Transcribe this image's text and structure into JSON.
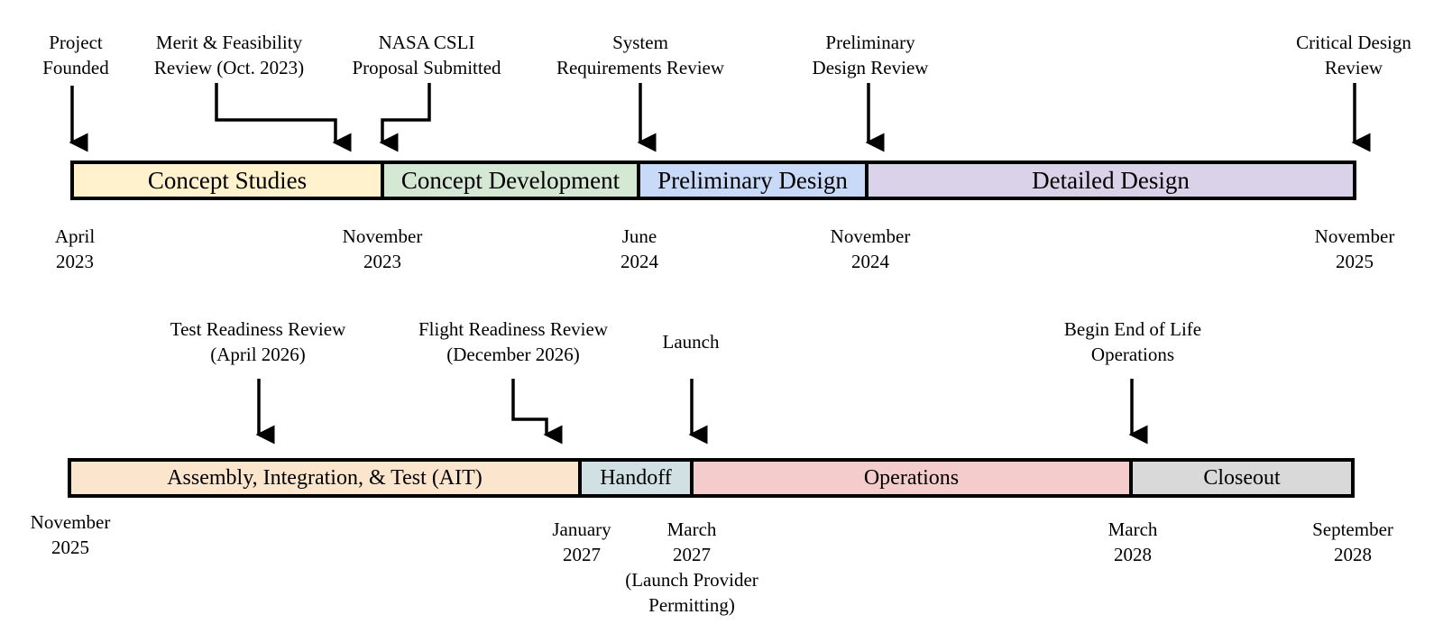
{
  "row1": {
    "phases": [
      {
        "label": "Concept Studies",
        "color": "#fff2cc"
      },
      {
        "label": "Concept Development",
        "color": "#d5e8d4"
      },
      {
        "label": "Preliminary Design",
        "color": "#c9daf8"
      },
      {
        "label": "Detailed Design",
        "color": "#d9d2e9"
      }
    ],
    "milestones": [
      {
        "lines": [
          "Project",
          "Founded"
        ]
      },
      {
        "lines": [
          "Merit & Feasibility",
          "Review (Oct. 2023)"
        ]
      },
      {
        "lines": [
          "NASA CSLI",
          "Proposal Submitted"
        ]
      },
      {
        "lines": [
          "System",
          "Requirements Review"
        ]
      },
      {
        "lines": [
          "Preliminary",
          "Design Review"
        ]
      },
      {
        "lines": [
          "Critical Design",
          "Review"
        ]
      }
    ],
    "dates": [
      {
        "lines": [
          "April",
          "2023"
        ]
      },
      {
        "lines": [
          "November",
          "2023"
        ]
      },
      {
        "lines": [
          "June",
          "2024"
        ]
      },
      {
        "lines": [
          "November",
          "2024"
        ]
      },
      {
        "lines": [
          "November",
          "2025"
        ]
      }
    ]
  },
  "row2": {
    "phases": [
      {
        "label": "Assembly, Integration, & Test (AIT)",
        "color": "#fce5cd"
      },
      {
        "label": "Handoff",
        "color": "#d0e0e3"
      },
      {
        "label": "Operations",
        "color": "#f4cccc"
      },
      {
        "label": "Closeout",
        "color": "#d9d9d9"
      }
    ],
    "milestones": [
      {
        "lines": [
          "Test Readiness Review",
          "(April 2026)"
        ]
      },
      {
        "lines": [
          "Flight Readiness Review",
          "(December 2026)"
        ]
      },
      {
        "lines": [
          "Launch"
        ]
      },
      {
        "lines": [
          "Begin End of Life",
          "Operations"
        ]
      }
    ],
    "dates": [
      {
        "lines": [
          "November",
          "2025"
        ]
      },
      {
        "lines": [
          "January",
          "2027"
        ]
      },
      {
        "lines": [
          "March",
          "2027",
          "(Launch Provider",
          "Permitting)"
        ]
      },
      {
        "lines": [
          "March",
          "2028"
        ]
      },
      {
        "lines": [
          "September",
          "2028"
        ]
      }
    ]
  }
}
